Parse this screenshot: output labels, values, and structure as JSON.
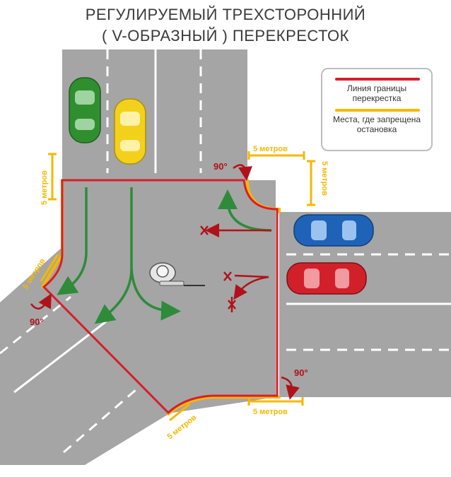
{
  "title": {
    "line1": "РЕГУЛИРУЕМЫЙ ТРЕХСТОРОННИЙ",
    "line2": "( V-ОБРАЗНЫЙ ) ПЕРЕКРЕСТОК"
  },
  "legend": {
    "border_line_label": "Линия границы перекрестка",
    "no_stop_label": "Места, где запрещена остановка"
  },
  "distances": {
    "top_right": "5 метров",
    "top_right_side": "5 метров",
    "left_side": "5 метров",
    "left_diagonal": "5 метров",
    "bottom_right": "5 метров",
    "bottom_diagonal": "5 метров"
  },
  "angles": {
    "top": "90°",
    "left": "90°",
    "bottom": "90°"
  },
  "colors": {
    "boundary_line": "#d81e2a",
    "no_stop_zone": "#f5b800",
    "movement_arrow": "#2e8b3a",
    "forbidden_arrow": "#b0121b",
    "road": "#a8a8a8",
    "car_green": "#2f8f2f",
    "car_yellow": "#f3d11a",
    "car_blue": "#1f63b8",
    "car_red": "#d1202a"
  }
}
